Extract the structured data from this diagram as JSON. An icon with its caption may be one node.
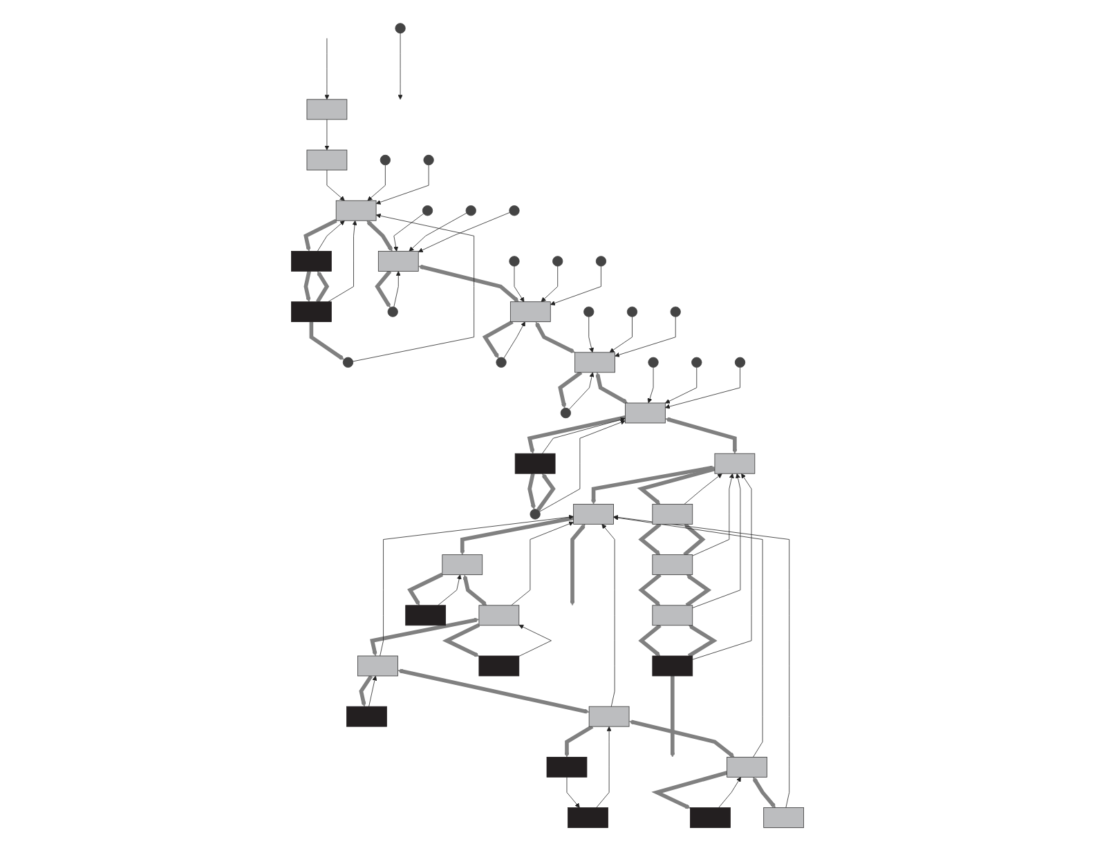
{
  "diagram": {
    "nodes": [
      {
        "text": [],
        "shape": "circle"
      },
      {
        "text": [],
        "shape": "box"
      },
      {
        "text": [],
        "shape": "box"
      },
      {
        "text": [],
        "shape": "box"
      },
      {
        "text": [],
        "shape": "box"
      },
      {
        "text": [],
        "shape": "box"
      },
      {
        "text": [],
        "shape": "circle"
      },
      {
        "text": [],
        "shape": "circle"
      },
      {
        "text": [],
        "shape": "circle"
      },
      {
        "text": [],
        "shape": "box"
      },
      {
        "text": [],
        "shape": "circle"
      },
      {
        "text": [],
        "shape": "circle"
      },
      {
        "text": [],
        "shape": "circle"
      },
      {
        "text": [],
        "shape": "circle"
      },
      {
        "text": [],
        "shape": "box"
      },
      {
        "text": [],
        "shape": "circle"
      },
      {
        "text": [],
        "shape": "circle"
      },
      {
        "text": [],
        "shape": "circle"
      },
      {
        "text": [],
        "shape": "circle"
      },
      {
        "text": [],
        "shape": "box"
      },
      {
        "text": [],
        "shape": "circle"
      },
      {
        "text": [],
        "shape": "circle"
      },
      {
        "text": [],
        "shape": "circle"
      },
      {
        "text": [],
        "shape": "circle"
      },
      {
        "text": [],
        "shape": "box"
      },
      {
        "text": [],
        "shape": "box"
      },
      {
        "text": [],
        "shape": "circle"
      },
      {
        "text": [],
        "shape": "circle"
      },
      {
        "text": [],
        "shape": "circle"
      },
      {
        "text": [],
        "shape": "circle"
      },
      {
        "text": [],
        "shape": "box"
      },
      {
        "text": [],
        "shape": "box"
      },
      {
        "text": [],
        "shape": "box"
      },
      {
        "text": [],
        "shape": "box"
      },
      {
        "text": [],
        "shape": "box"
      },
      {
        "text": [],
        "shape": "box"
      },
      {
        "text": [],
        "shape": "box"
      },
      {
        "text": [],
        "shape": "box"
      },
      {
        "text": [],
        "shape": "box"
      },
      {
        "text": [],
        "shape": "box"
      },
      {
        "text": [],
        "shape": "box"
      },
      {
        "text": [],
        "shape": "box"
      },
      {
        "text": [],
        "shape": "box"
      },
      {
        "text": [],
        "shape": "box"
      },
      {
        "text": [],
        "shape": "box"
      },
      {
        "text": [],
        "shape": "box"
      },
      {
        "text": [],
        "shape": "box"
      },
      {
        "text": [],
        "shape": "box"
      }
    ],
    "edges": [
      {
        "from": 0,
        "to": null,
        "arrow": "to"
      },
      {
        "from": null,
        "to": 1,
        "arrow": "to"
      },
      {
        "from": 1,
        "to": 2,
        "arrow": "to"
      },
      {
        "from": 2,
        "to": 3,
        "arrow": "to"
      },
      {
        "from": 3,
        "to": 9,
        "arrow": "both",
        "style": "thick",
        "color": "#808080"
      },
      {
        "from": 9,
        "to": 14,
        "arrow": "both",
        "style": "thick",
        "color": "#808080"
      },
      {
        "from": 14,
        "to": 19,
        "arrow": "both",
        "style": "thick",
        "color": "#808080"
      },
      {
        "from": 19,
        "to": 24,
        "arrow": "both",
        "style": "thick",
        "color": "#808080"
      },
      {
        "from": 24,
        "to": 30,
        "arrow": "both",
        "style": "thick",
        "color": "#808080"
      },
      {
        "from": 30,
        "to": 35,
        "arrow": "both",
        "style": "thick",
        "color": "#808080"
      },
      {
        "from": 35,
        "to": null,
        "arrow": "both",
        "style": "thick",
        "color": "#808080"
      },
      {
        "from": 3,
        "to": 4,
        "arrow": "to",
        "style": "thick",
        "color": "#808080"
      },
      {
        "from": 4,
        "to": 5,
        "arrow": "to",
        "style": "thick",
        "color": "#808080"
      },
      {
        "from": 5,
        "to": 4,
        "arrow": "to",
        "style": "thick",
        "color": "#808080"
      },
      {
        "from": 5,
        "to": 6,
        "arrow": "to",
        "style": "thick",
        "color": "#808080"
      },
      {
        "from": 4,
        "to": 3,
        "arrow": "to"
      },
      {
        "from": 5,
        "to": 3,
        "arrow": "to"
      },
      {
        "from": 6,
        "to": 3,
        "arrow": "to"
      },
      {
        "from": 7,
        "to": 3,
        "arrow": "to"
      },
      {
        "from": 8,
        "to": 3,
        "arrow": "to"
      },
      {
        "from": 9,
        "to": 10,
        "arrow": "to",
        "style": "thick",
        "color": "#808080"
      },
      {
        "from": 10,
        "to": 9,
        "arrow": "to"
      },
      {
        "from": 11,
        "to": 9,
        "arrow": "to"
      },
      {
        "from": 12,
        "to": 9,
        "arrow": "to"
      },
      {
        "from": 13,
        "to": 9,
        "arrow": "to"
      },
      {
        "from": 14,
        "to": 15,
        "arrow": "to",
        "style": "thick",
        "color": "#808080"
      },
      {
        "from": 15,
        "to": 14,
        "arrow": "to"
      },
      {
        "from": 16,
        "to": 14,
        "arrow": "to"
      },
      {
        "from": 17,
        "to": 14,
        "arrow": "to"
      },
      {
        "from": 18,
        "to": 14,
        "arrow": "to"
      },
      {
        "from": 19,
        "to": 20,
        "arrow": "to",
        "style": "thick",
        "color": "#808080"
      },
      {
        "from": 20,
        "to": 19,
        "arrow": "to"
      },
      {
        "from": 21,
        "to": 19,
        "arrow": "to"
      },
      {
        "from": 22,
        "to": 19,
        "arrow": "to"
      },
      {
        "from": 23,
        "to": 19,
        "arrow": "to"
      },
      {
        "from": 24,
        "to": 25,
        "arrow": "to",
        "style": "thick",
        "color": "#808080"
      },
      {
        "from": 25,
        "to": 26,
        "arrow": "to",
        "style": "thick",
        "color": "#808080"
      },
      {
        "from": 26,
        "to": 25,
        "arrow": "to",
        "style": "thick",
        "color": "#808080"
      },
      {
        "from": 25,
        "to": 24,
        "arrow": "to"
      },
      {
        "from": 26,
        "to": 24,
        "arrow": "to"
      },
      {
        "from": 27,
        "to": 24,
        "arrow": "to"
      },
      {
        "from": 28,
        "to": 24,
        "arrow": "to"
      },
      {
        "from": 29,
        "to": 24,
        "arrow": "to"
      },
      {
        "from": 30,
        "to": 31,
        "arrow": "to",
        "style": "thick",
        "color": "#808080"
      },
      {
        "from": 31,
        "to": 32,
        "arrow": "to",
        "style": "thick",
        "color": "#808080"
      },
      {
        "from": 32,
        "to": 31,
        "arrow": "to",
        "style": "thick",
        "color": "#808080"
      },
      {
        "from": 32,
        "to": 33,
        "arrow": "to",
        "style": "thick",
        "color": "#808080"
      },
      {
        "from": 33,
        "to": 32,
        "arrow": "to",
        "style": "thick",
        "color": "#808080"
      },
      {
        "from": 33,
        "to": 34,
        "arrow": "to",
        "style": "thick",
        "color": "#808080"
      },
      {
        "from": 34,
        "to": 33,
        "arrow": "to",
        "style": "thick",
        "color": "#808080"
      },
      {
        "from": 34,
        "to": null,
        "arrow": "to",
        "style": "thick",
        "color": "#808080"
      },
      {
        "from": 31,
        "to": 30,
        "arrow": "to"
      },
      {
        "from": 32,
        "to": 30,
        "arrow": "to"
      },
      {
        "from": 33,
        "to": 30,
        "arrow": "to"
      },
      {
        "from": 34,
        "to": 30,
        "arrow": "to"
      },
      {
        "from": 35,
        "to": 36,
        "arrow": "to",
        "style": "thick",
        "color": "#808080"
      },
      {
        "from": 36,
        "to": 37,
        "arrow": "to",
        "style": "thick",
        "color": "#808080"
      },
      {
        "from": 37,
        "to": 36,
        "arrow": "to"
      },
      {
        "from": 36,
        "to": 38,
        "arrow": "both",
        "style": "thick",
        "color": "#808080"
      },
      {
        "from": 38,
        "to": 39,
        "arrow": "to",
        "style": "thick",
        "color": "#808080"
      },
      {
        "from": 39,
        "to": 38,
        "arrow": "to"
      },
      {
        "from": 38,
        "to": 35,
        "arrow": "to"
      },
      {
        "from": 38,
        "to": 40,
        "arrow": "both",
        "style": "thick",
        "color": "#808080"
      },
      {
        "from": 40,
        "to": 41,
        "arrow": "to",
        "style": "thick",
        "color": "#808080"
      },
      {
        "from": 41,
        "to": 40,
        "arrow": "to"
      },
      {
        "from": 40,
        "to": 35,
        "arrow": "to"
      },
      {
        "from": 40,
        "to": 42,
        "arrow": "both",
        "style": "thick",
        "color": "#808080"
      },
      {
        "from": 42,
        "to": 43,
        "arrow": "to",
        "style": "thick",
        "color": "#808080"
      },
      {
        "from": 43,
        "to": 44,
        "arrow": "to"
      },
      {
        "from": 44,
        "to": 42,
        "arrow": "to"
      },
      {
        "from": 42,
        "to": 35,
        "arrow": "to"
      },
      {
        "from": 42,
        "to": 45,
        "arrow": "both",
        "style": "thick",
        "color": "#808080"
      },
      {
        "from": 45,
        "to": 46,
        "arrow": "to",
        "style": "thick",
        "color": "#808080"
      },
      {
        "from": 46,
        "to": 45,
        "arrow": "to"
      },
      {
        "from": 45,
        "to": 35,
        "arrow": "to"
      },
      {
        "from": 45,
        "to": 47,
        "arrow": "both",
        "style": "thick",
        "color": "#808080"
      },
      {
        "from": 47,
        "to": 35,
        "arrow": "to"
      }
    ]
  }
}
